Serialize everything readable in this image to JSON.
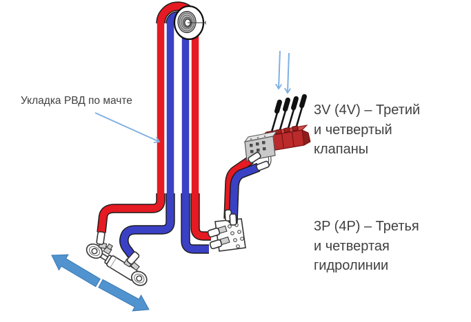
{
  "annotations": {
    "mast_routing": "Укладка РВД по мачте",
    "valves": {
      "line1": "3V (4V) – Третий",
      "line2": "и четвертый",
      "line3": "клапаны"
    },
    "hydraulic_lines": {
      "line1": "3P (4P) – Третья",
      "line2": "и четвертая",
      "line3": "гидролинии"
    }
  },
  "colors": {
    "hose_red": "#e51a22",
    "hose_blue": "#3b41c5",
    "valve_red": "#bb2b2b",
    "valve_block_gray": "#c9c9c9",
    "arrow_fill": "#5093ce",
    "arrow_edge": "#3a78b5",
    "thin_arrow": "#7fb0e2",
    "text": "#3f3f3f"
  }
}
